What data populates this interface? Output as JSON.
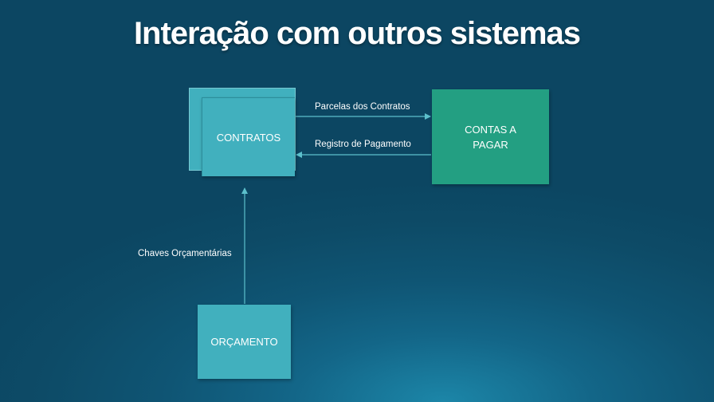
{
  "title": "Interação com outros sistemas",
  "nodes": {
    "contratos": "CONTRATOS",
    "contas_a_pagar": "CONTAS A PAGAR",
    "orcamento": "ORÇAMENTO"
  },
  "edges": {
    "parcelas": "Parcelas dos Contratos",
    "registro": "Registro de Pagamento",
    "chaves": "Chaves Orçamentárias"
  },
  "colors": {
    "node_teal": "#41b0be",
    "node_green": "#239f82",
    "arrow": "#5cc0cc"
  }
}
